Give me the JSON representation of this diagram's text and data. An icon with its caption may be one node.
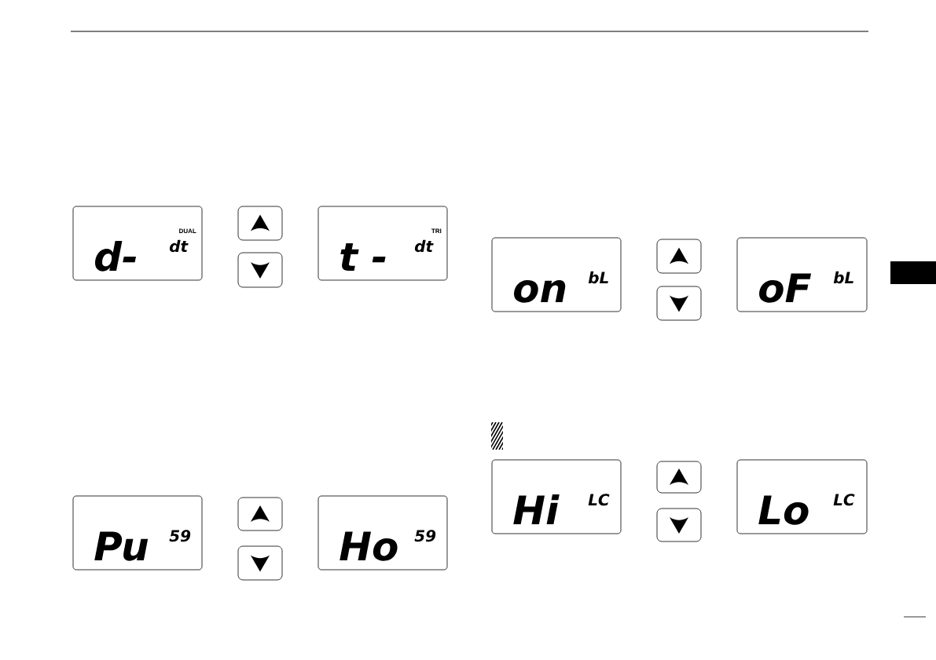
{
  "diagram": {
    "nodes": [
      {
        "text": [
          "d-",
          "DUAL",
          "dt"
        ]
      },
      {
        "text": [],
        "shape": "box"
      },
      {
        "text": [],
        "shape": "box"
      },
      {
        "text": [
          "t - ",
          "TRI",
          "dt"
        ]
      },
      {
        "text": [
          "on",
          "bL"
        ]
      },
      {
        "text": [],
        "shape": "box"
      },
      {
        "text": [],
        "shape": "box"
      },
      {
        "text": [
          "oF",
          "bL"
        ]
      },
      {
        "text": [
          "Pu",
          "59"
        ]
      },
      {
        "text": [],
        "shape": "box"
      },
      {
        "text": [],
        "shape": "box"
      },
      {
        "text": [
          "Ho",
          "59"
        ]
      },
      {
        "text": [
          "Hi",
          "LC"
        ]
      },
      {
        "text": [],
        "shape": "box"
      },
      {
        "text": [],
        "shape": "box"
      },
      {
        "text": [
          "Lo",
          "LC"
        ]
      }
    ]
  }
}
